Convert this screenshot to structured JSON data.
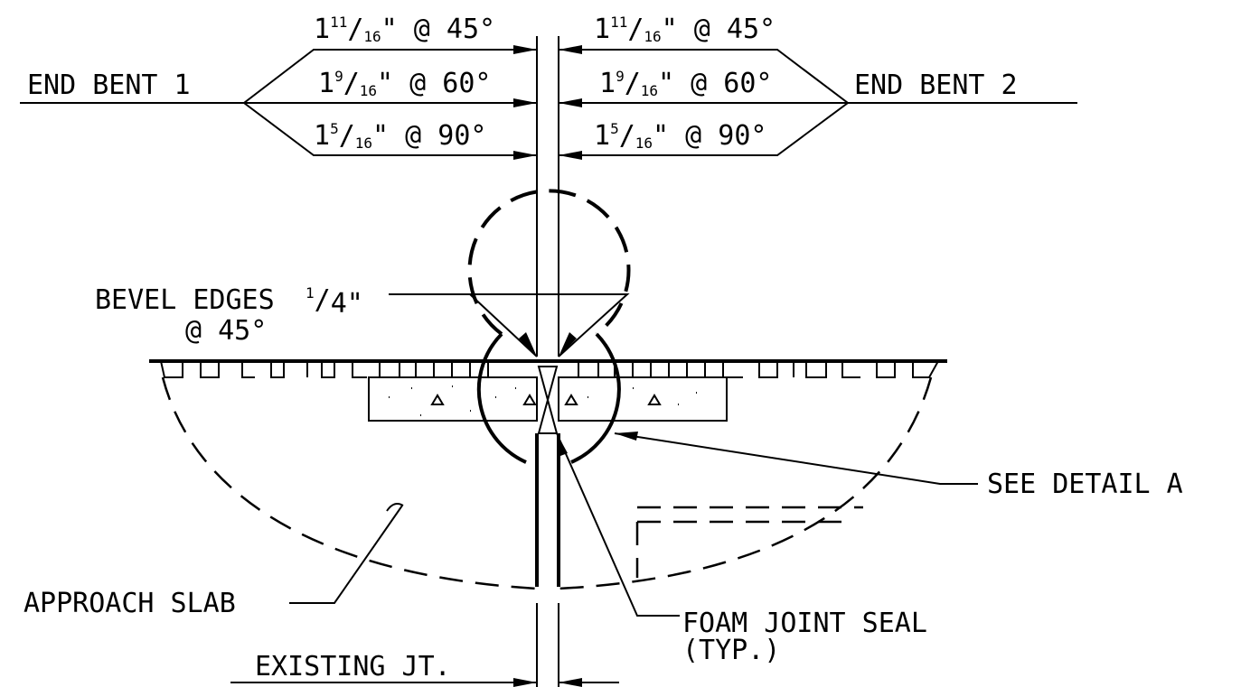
{
  "labels": {
    "end_bent_1": "END BENT 1",
    "end_bent_2": "END BENT 2",
    "bevel_edges": "BEVEL EDGES",
    "bevel_size": "1/4\"",
    "bevel_angle": "@ 45°",
    "see_detail": "SEE DETAIL A",
    "approach_slab": "APPROACH SLAB",
    "foam_joint_seal": "FOAM JOINT SEAL",
    "typ": "(TYP.)",
    "existing_jt": "EXISTING JT."
  },
  "joint_widths": [
    {
      "whole": "1",
      "num": "11",
      "den": "16",
      "suffix": "\" @ 45°"
    },
    {
      "whole": "1",
      "num": "9",
      "den": "16",
      "suffix": "\" @ 60°"
    },
    {
      "whole": "1",
      "num": "5",
      "den": "16",
      "suffix": "\" @ 90°"
    }
  ]
}
